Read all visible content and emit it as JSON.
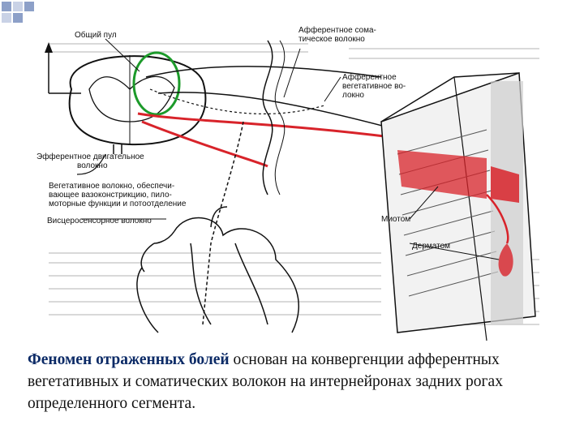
{
  "labels": {
    "common_path": "Общий пул",
    "afferent_somatic": [
      "Афферентное сома-",
      "тическое волокно"
    ],
    "afferent_vegetative": [
      "Афферентное",
      "вегетативное во-",
      "локно"
    ],
    "efferent_motor": [
      "Эфферентное двигательное",
      "волокно"
    ],
    "vegetative_fiber": [
      "Вегетативное волокно, обеспечи-",
      "вающее вазоконстрикцию, пило-",
      "моторные функции и потоотделение"
    ],
    "viscerosensory": "Висцеросенсорное волокно",
    "myotome": "Миотом",
    "dermatome": "Дерматом"
  },
  "caption": {
    "highlight": "Феномен отраженных болей",
    "rest": " основан на конвергенции афферентных вегетативных и соматических волокон на интернейронах задних рогах определенного сегмента."
  },
  "colors": {
    "highlight": "#0b2a66",
    "accent_red": "#d8232a",
    "circle_green": "#1c9a2a",
    "deco_square": "#8da0c8"
  }
}
